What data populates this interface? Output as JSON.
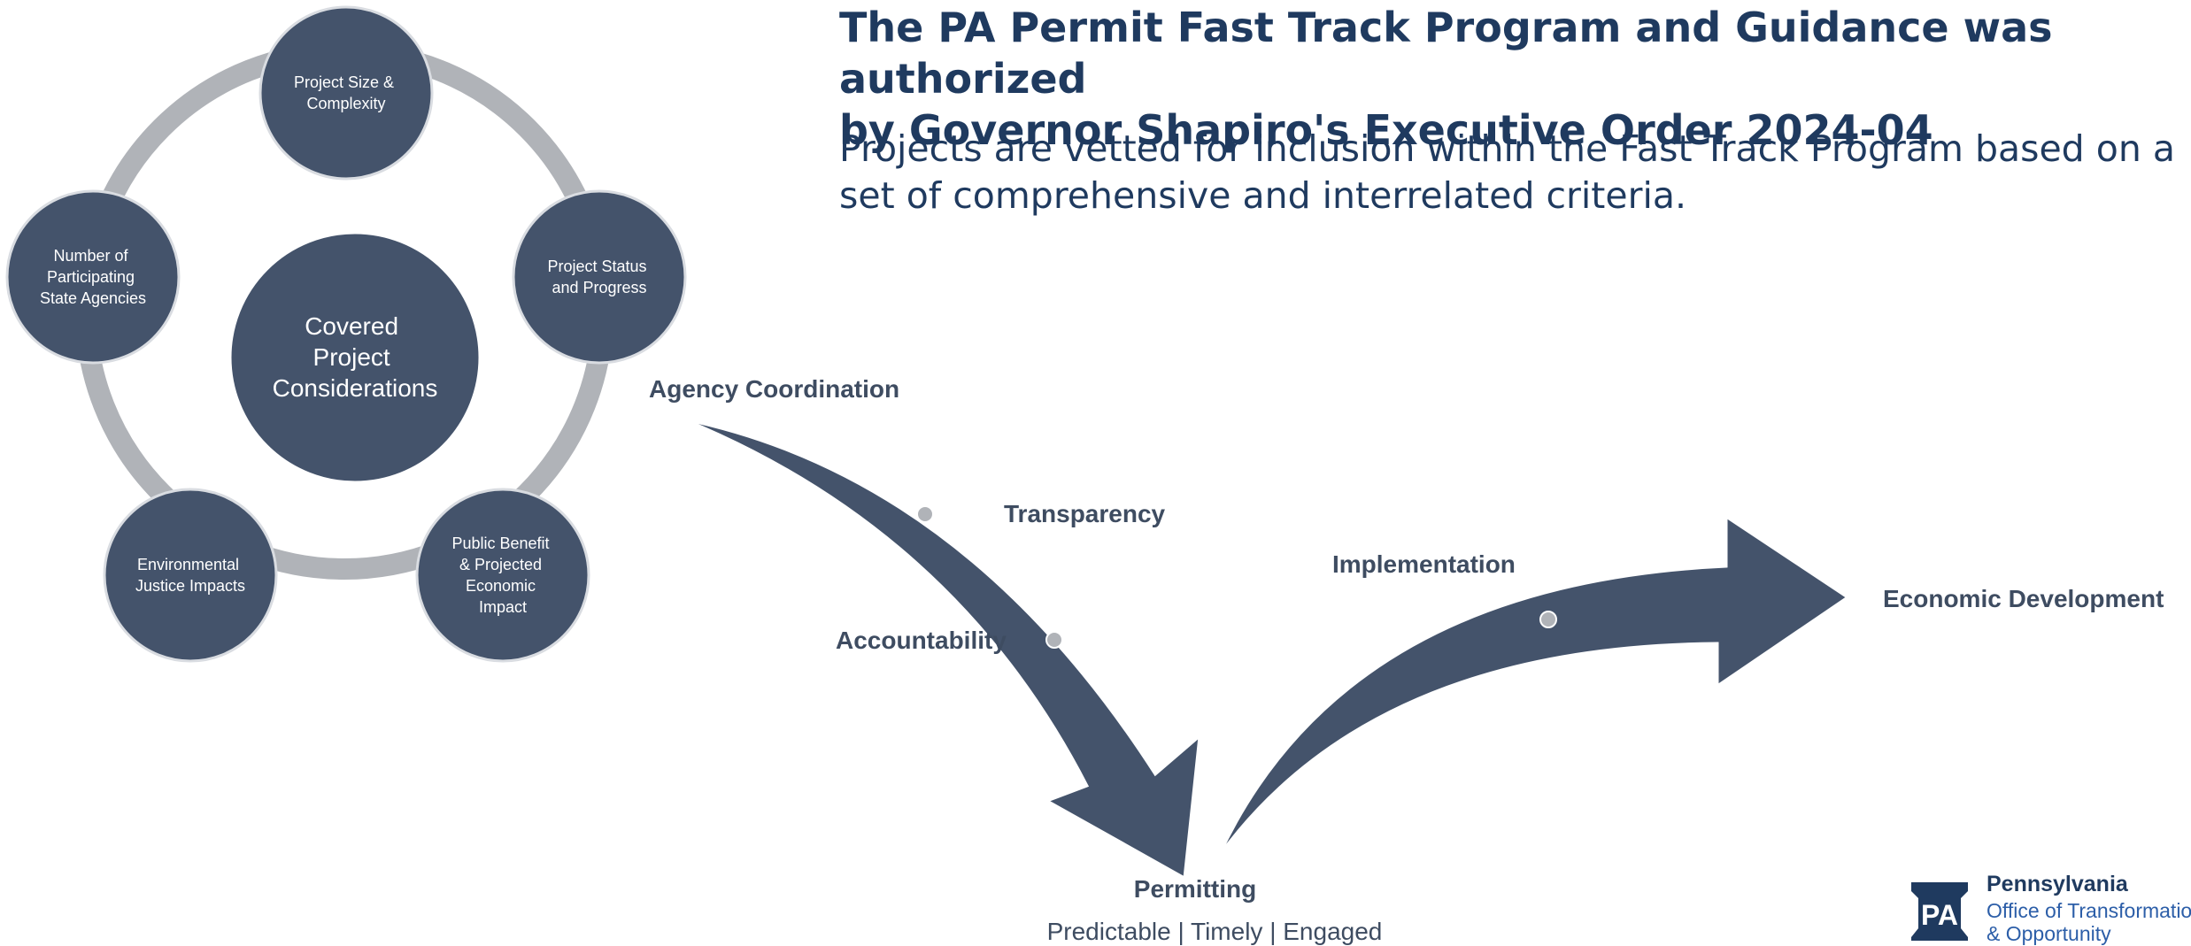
{
  "heading": {
    "title_line1": "The PA Permit Fast Track Program and Guidance was authorized",
    "title_line2": "by Governor Shapiro's Executive Order 2024-04",
    "subtitle_line1": "Projects are vetted for inclusion within the Fast Track Program based on a",
    "subtitle_line2": "set of comprehensive and interrelated criteria."
  },
  "cycle": {
    "center_lines": [
      "Covered",
      "Project",
      "Considerations"
    ],
    "nodes": {
      "size": [
        "Project Size &",
        "Complexity"
      ],
      "status": [
        "Project Status",
        "and Progress"
      ],
      "benefit": [
        "Public Benefit",
        "& Projected",
        "Economic",
        "Impact"
      ],
      "justice": [
        "Environmental",
        "Justice Impacts"
      ],
      "agencies": [
        "Number of",
        "Participating",
        "State Agencies"
      ]
    }
  },
  "flow": {
    "agency_coordination": "Agency Coordination",
    "transparency": "Transparency",
    "accountability": "Accountability",
    "permitting": "Permitting",
    "permitting_sub": "Predictable | Timely | Engaged",
    "implementation": "Implementation",
    "economic_development": "Economic Development"
  },
  "logo": {
    "mark": "PA",
    "line1": "Pennsylvania",
    "line2": "Office of Transformation",
    "line3": "& Opportunity"
  },
  "colors": {
    "node_fill": "#44536b",
    "ring": "#b0b3b8",
    "text_dark": "#1f3a5f",
    "label_dark": "#3e4c61",
    "logo_blue": "#2c5ea8"
  }
}
